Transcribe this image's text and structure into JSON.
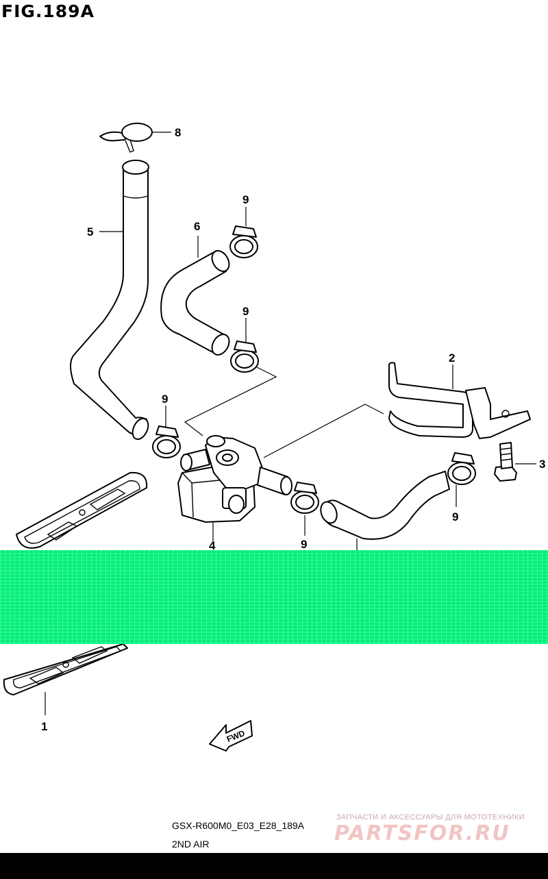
{
  "figure": {
    "title": "FIG.189A",
    "code": "GSX-R600M0_E03_E28_189A",
    "name": "2ND AIR"
  },
  "callouts": {
    "c1": "1",
    "c2": "2",
    "c3": "3",
    "c4": "4",
    "c5": "5",
    "c6": "6",
    "c8": "8",
    "c9a": "9",
    "c9b": "9",
    "c9c": "9",
    "c9d": "9",
    "c9e": "9"
  },
  "fwd_label": "FWD",
  "watermark": {
    "tagline": "ЗАПЧАСТИ И АКСЕССУАРЫ ДЛЯ МОТОТЕХНИКИ",
    "brand": "PARTSFOR.RU"
  },
  "colors": {
    "noise_band": "#19ff8a",
    "watermark": "#f2c4c4",
    "bottom_bar": "#000000"
  }
}
